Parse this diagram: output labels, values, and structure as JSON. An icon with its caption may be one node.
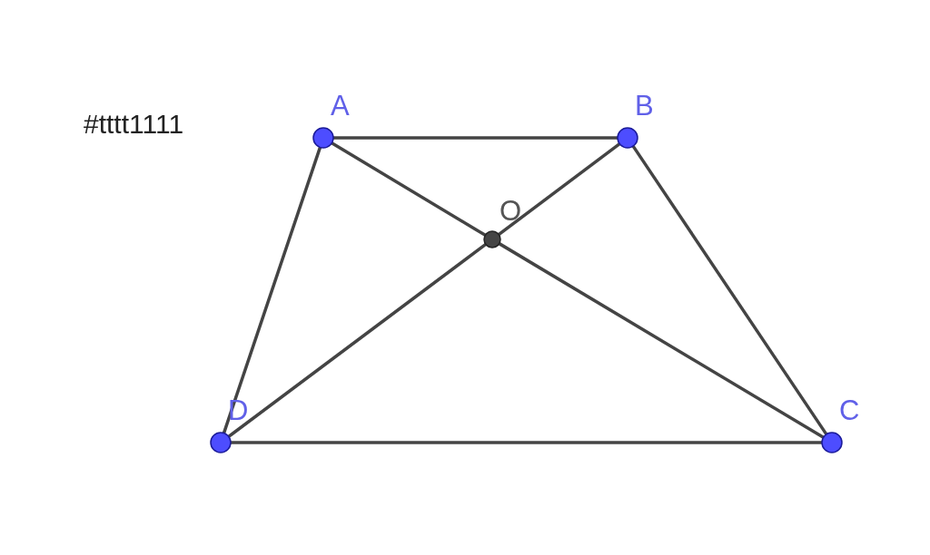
{
  "diagram": {
    "nodes": [
      {
        "text": [
          "A"
        ]
      },
      {
        "text": [
          "B"
        ]
      },
      {
        "text": [
          "C"
        ]
      },
      {
        "text": [
          "D"
        ]
      },
      {
        "text": [
          "O"
        ]
      }
    ],
    "edges": [
      {
        "from": 0,
        "to": 1,
        "arrow": "none"
      },
      {
        "from": 1,
        "to": 2,
        "arrow": "none"
      },
      {
        "from": 2,
        "to": 3,
        "arrow": "none"
      },
      {
        "from": 3,
        "to": 0,
        "arrow": "none"
      },
      {
        "from": 0,
        "to": 4,
        "arrow": "none"
      },
      {
        "from": 4,
        "to": 2,
        "arrow": "none"
      },
      {
        "from": 1,
        "to": 4,
        "arrow": "none"
      },
      {
        "from": 4,
        "to": 3,
        "arrow": "none"
      }
    ],
    "labels": [
      "#tttt1111"
    ]
  }
}
